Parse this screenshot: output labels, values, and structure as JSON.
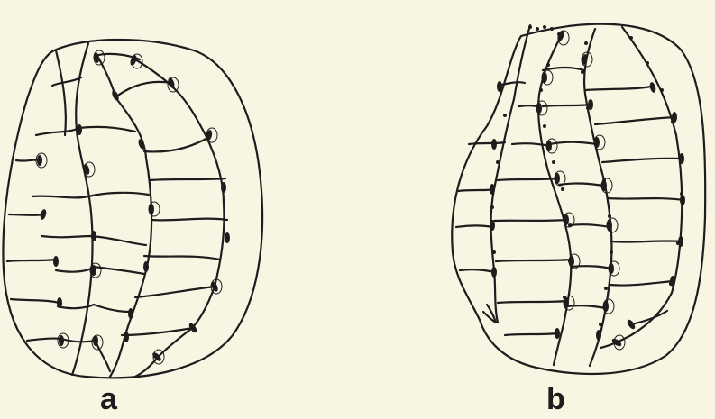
{
  "figure": {
    "panels": [
      {
        "id": "a",
        "label": "a"
      },
      {
        "id": "b",
        "label": "b"
      }
    ],
    "colors": {
      "ink": "#1d1d1d",
      "paper": "#f8f6e2"
    }
  }
}
